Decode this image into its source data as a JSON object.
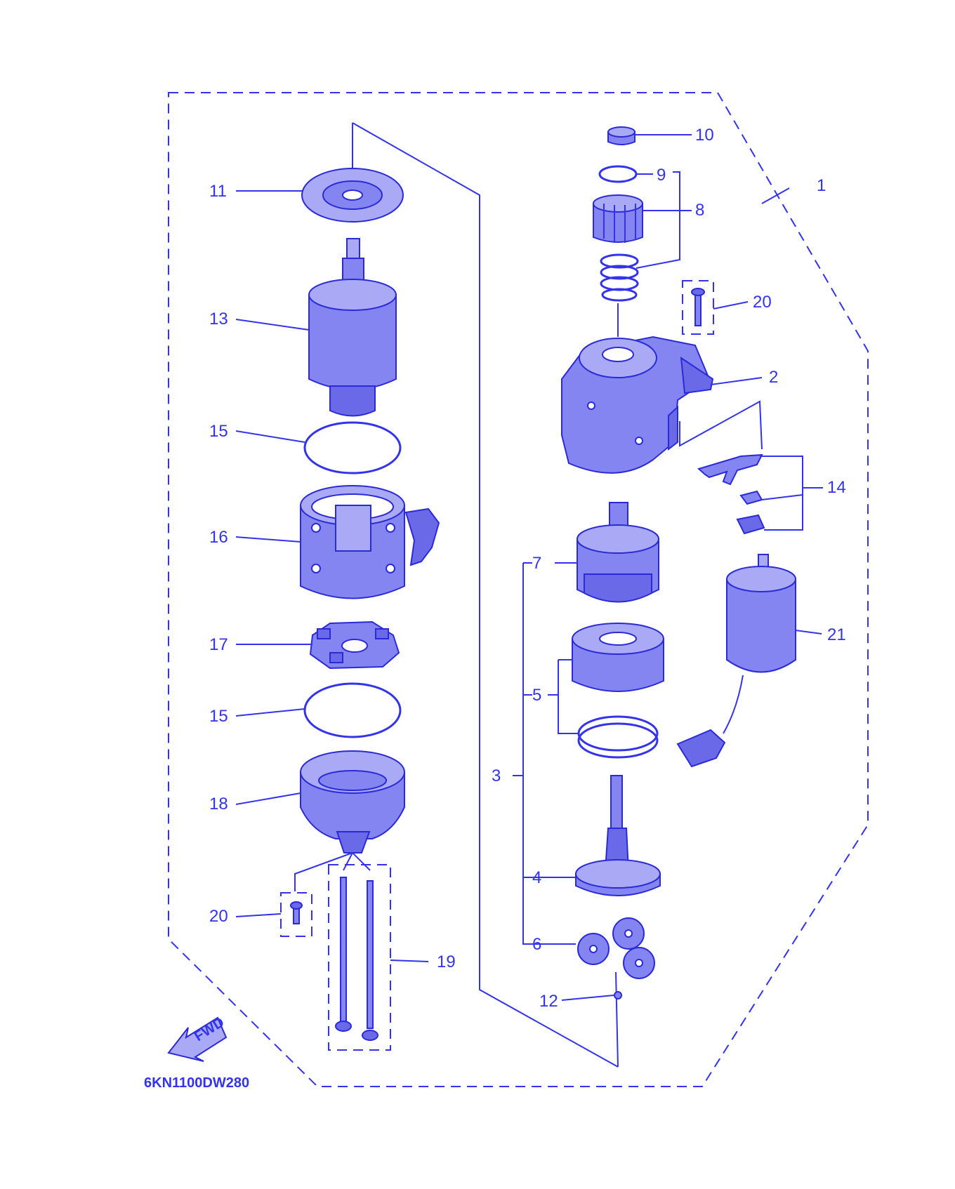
{
  "drawing_code": "6KN1100DW280",
  "fwd_label": "FWD",
  "callouts": {
    "c1": "1",
    "c2": "2",
    "c3": "3",
    "c4": "4",
    "c5": "5",
    "c6": "6",
    "c7": "7",
    "c8": "8",
    "c9": "9",
    "c10": "10",
    "c11": "11",
    "c12": "12",
    "c13": "13",
    "c14": "14",
    "c15a": "15",
    "c15b": "15",
    "c16": "16",
    "c17": "17",
    "c18": "18",
    "c19": "19",
    "c20a": "20",
    "c20b": "20",
    "c21": "21"
  },
  "colors": {
    "line": "#3333ee",
    "part": "#8585f2",
    "background": "#ffffff"
  }
}
